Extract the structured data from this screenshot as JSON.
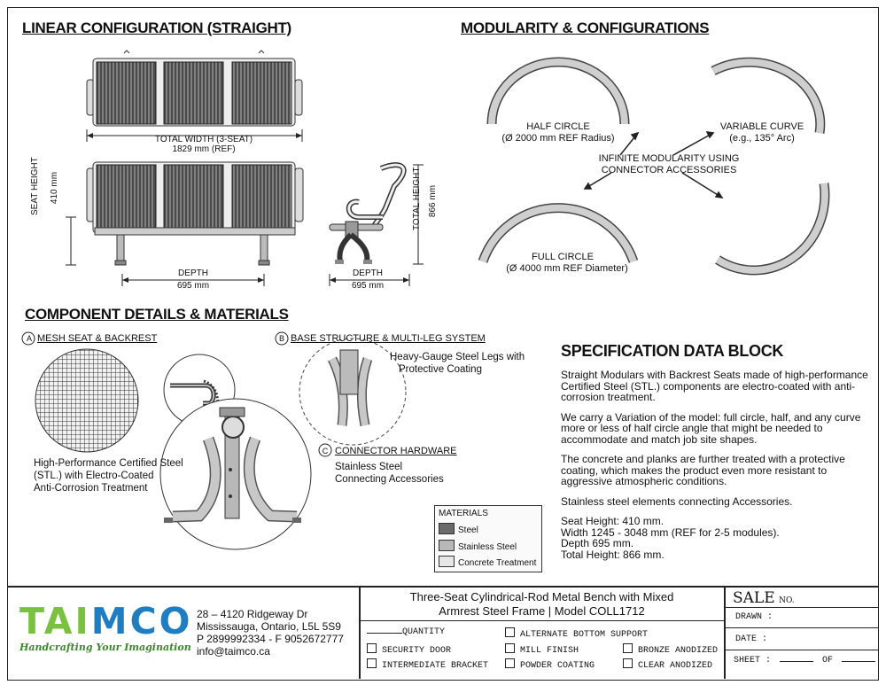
{
  "sections": {
    "linear_title": "LINEAR CONFIGURATION (STRAIGHT)",
    "modularity_title": "MODULARITY & CONFIGURATIONS",
    "components_title": "COMPONENT DETAILS & MATERIALS",
    "spec_title": "SPECIFICATION DATA BLOCK"
  },
  "linear": {
    "total_width_label": "TOTAL WIDTH (3-SEAT)",
    "total_width_value": "1829 mm (REF)",
    "seat_height_label": "SEAT HEIGHT",
    "seat_height_value": "410 mm",
    "depth_label": "DEPTH",
    "depth_value": "695 mm",
    "side_depth_label": "DEPTH",
    "side_depth_value": "695 mm",
    "total_height_label": "TOTAL HEIGHT",
    "total_height_value": "866 mm"
  },
  "modularity": {
    "half_circle": "HALF CIRCLE",
    "half_circle_sub": "(Ø 2000 mm REF Radius)",
    "variable_curve": "VARIABLE CURVE",
    "variable_curve_sub": "(e.g., 135° Arc)",
    "center_line1": "INFINITE MODULARITY USING",
    "center_line2": "CONNECTOR ACCESSORIES",
    "full_circle": "FULL CIRCLE",
    "full_circle_sub": "(Ø 4000 mm REF Diameter)"
  },
  "components": {
    "a_letter": "A",
    "a_title": "MESH SEAT & BACKREST",
    "a_desc1": "High-Performance Certified Steel",
    "a_desc2": "(STL.) with Electro-Coated",
    "a_desc3": "Anti-Corrosion Treatment",
    "b_letter": "B",
    "b_title": "BASE STRUCTURE & MULTI-LEG SYSTEM",
    "b_desc1": "Heavy-Gauge Steel Legs with",
    "b_desc2": "Protective Coating",
    "c_letter": "C",
    "c_title": "CONNECTOR HARDWARE",
    "c_desc1": "Stainless Steel",
    "c_desc2": "Connecting Accessories"
  },
  "materials_legend": {
    "title": "MATERIALS",
    "items": [
      "Steel",
      "Stainless Steel",
      "Concrete Treatment"
    ],
    "colors": [
      "#6a6a6a",
      "#b8b8b8",
      "#e6e6e6"
    ]
  },
  "spec": {
    "p1": "Straight Modulars with Backrest Seats made of high-performance Certified Steel (STL.) components are electro-coated with anti-corrosion treatment.",
    "p2": "We carry a Variation of the model: full circle, half, and any curve more or less of half circle angle that might be needed to accommodate and match job site shapes.",
    "p3": "The concrete and planks are further treated with a protective coating, which makes the product even more resistant to aggressive atmospheric conditions.",
    "p4": "Stainless steel elements connecting Accessories.",
    "l1": "Seat Height: 410 mm.",
    "l2": "Width 1245 - 3048 mm (REF for 2-5 modules).",
    "l3": "Depth 695 mm.",
    "l4": "Total Height: 866 mm."
  },
  "title_block": {
    "logo_text": "TAIMCO",
    "tagline": "Handcrafting Your Imagination",
    "address1": "28 – 4120 Ridgeway Dr",
    "address2": "Mississauga, Ontario, L5L 5S9",
    "phone": "P 2899992334 - F 9052672777",
    "email": "info@taimco.ca",
    "product_line1": "Three-Seat Cylindrical-Rod Metal Bench with Mixed",
    "product_line2": "Armrest Steel Frame | Model COLL1712",
    "quantity": "QUANTITY",
    "options": {
      "security_door": "SECURITY DOOR",
      "intermediate_bracket": "INTERMEDIATE BRACKET",
      "alternate_bottom_support": "ALTERNATE BOTTOM SUPPORT",
      "mill_finish": "MILL FINISH",
      "powder_coating": "POWDER COATING",
      "bronze_anodized": "BRONZE ANODIZED",
      "clear_anodized": "CLEAR ANODIZED"
    },
    "sale": "SALE",
    "sale_no": "NO.",
    "drawn": "DRAWN :",
    "date": "DATE :",
    "sheet": "SHEET :",
    "of": "OF"
  },
  "colors": {
    "logo_green": "#7ac142",
    "logo_blue": "#1f7ec2",
    "steel": "#6a6a6a",
    "stainless": "#b8b8b8"
  }
}
